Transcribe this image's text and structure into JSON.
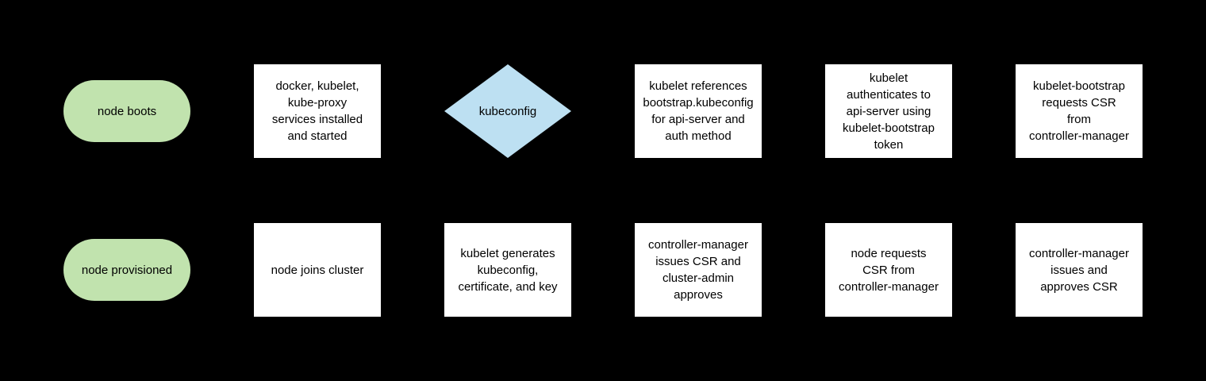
{
  "colors": {
    "background": "#000000",
    "terminal_fill": "#c1e3ae",
    "process_fill": "#ffffff",
    "decision_fill": "#bde0f2",
    "text": "#000000"
  },
  "nodes": {
    "node_boots": {
      "shape": "terminal",
      "label": "node boots"
    },
    "services_installed": {
      "shape": "process",
      "label": "docker, kubelet,\nkube-proxy\nservices installed\nand started"
    },
    "kubeconfig_decision": {
      "shape": "decision",
      "label": "kubeconfig"
    },
    "kubelet_references": {
      "shape": "process",
      "label": "kubelet references\nbootstrap.kubeconfig\nfor api-server and\nauth method"
    },
    "kubelet_authenticates": {
      "shape": "process",
      "label": "kubelet\nauthenticates to\napi-server using\nkubelet-bootstrap\ntoken"
    },
    "bootstrap_requests_csr": {
      "shape": "process",
      "label": "kubelet-bootstrap\nrequests CSR\nfrom\ncontroller-manager"
    },
    "node_provisioned": {
      "shape": "terminal",
      "label": "node provisioned"
    },
    "node_joins_cluster": {
      "shape": "process",
      "label": "node joins cluster"
    },
    "kubelet_generates": {
      "shape": "process",
      "label": "kubelet generates\nkubeconfig,\ncertificate, and key"
    },
    "cm_issues_csr_admin_approves": {
      "shape": "process",
      "label": "controller-manager\nissues CSR and\ncluster-admin\napproves"
    },
    "node_requests_csr": {
      "shape": "process",
      "label": "node requests\nCSR from\ncontroller-manager"
    },
    "cm_issues_and_approves_csr": {
      "shape": "process",
      "label": "controller-manager\nissues and\napproves CSR"
    }
  }
}
